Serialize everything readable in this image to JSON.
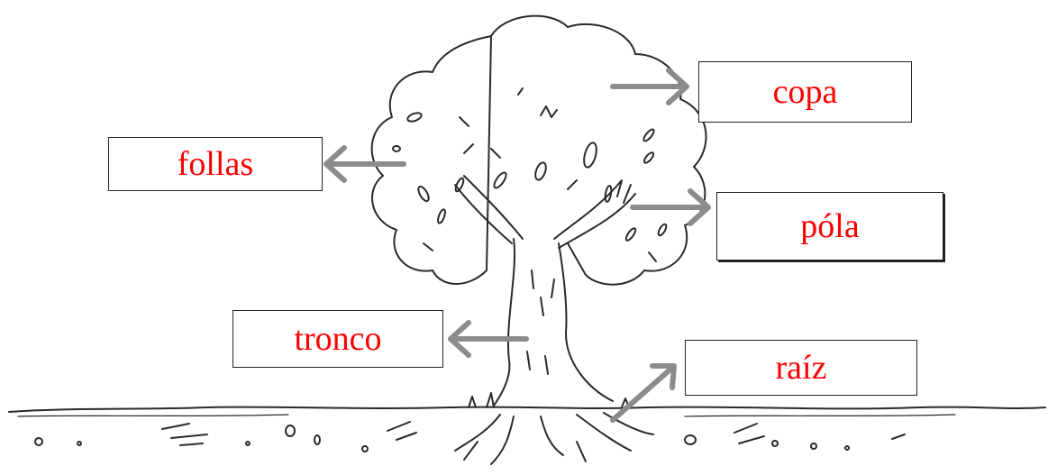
{
  "labels": {
    "copa": "copa",
    "follas": "follas",
    "pola": "póla",
    "tronco": "tronco",
    "raiz": "raíz"
  },
  "colors": {
    "label_text": "#ff0000",
    "arrow": "#8c8c8c",
    "ink": "#2a2a2a",
    "box_border": "#222222"
  }
}
